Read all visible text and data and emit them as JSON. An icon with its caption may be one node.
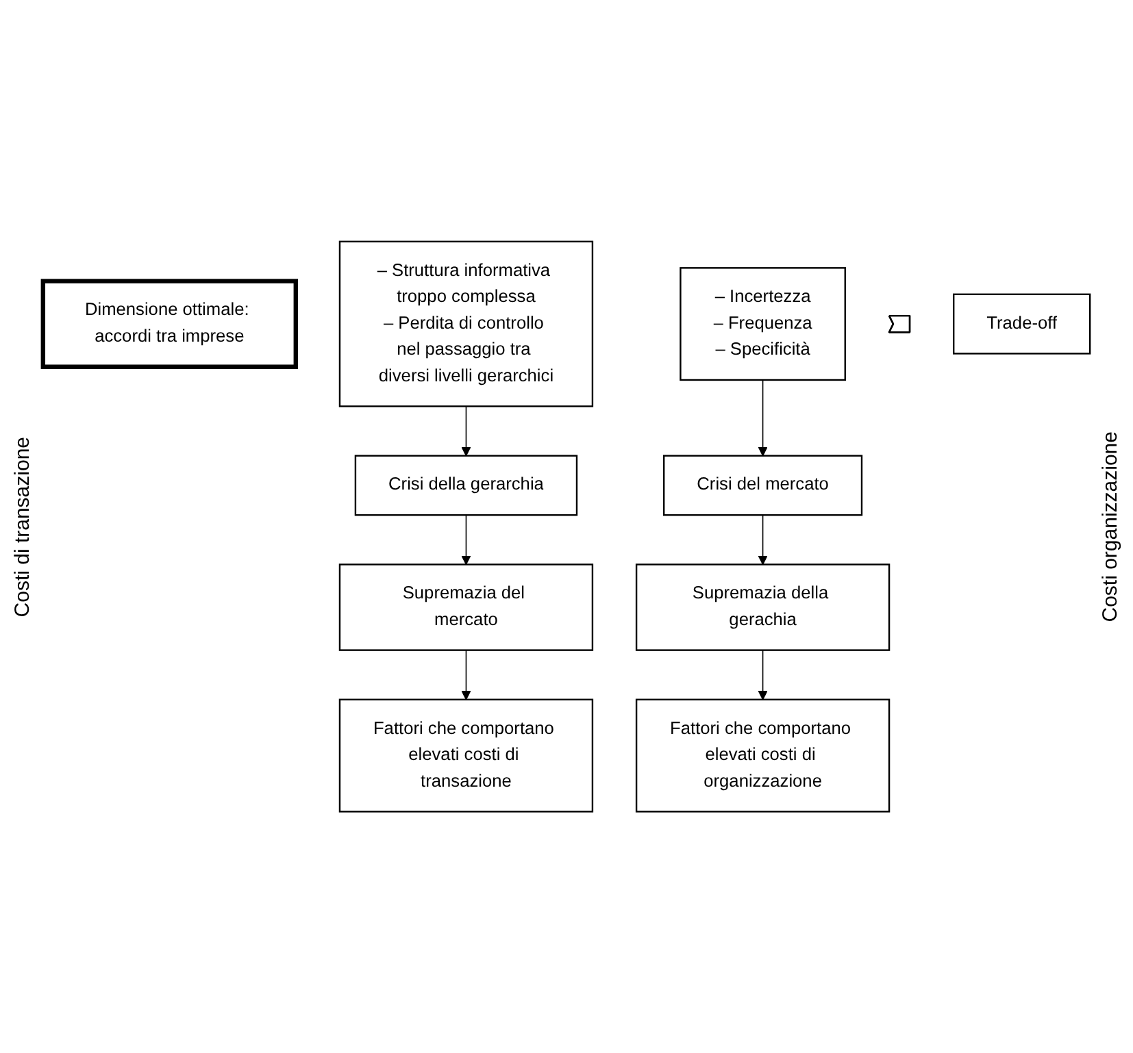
{
  "diagram": {
    "nodes": [
      {
        "text": [
          "Supremazia del mercato"
        ]
      },
      {
        "text": [
          "Crisi della gerarchia"
        ]
      },
      {
        "text": [
          "Fattori che comportano elevati costi di transazione"
        ]
      },
      {
        "text": [
          "Dimensione ottimale: accordi tra imprese"
        ]
      },
      {
        "text": [
          "– Struttura informativa troppo complessa",
          "– Perdita di controllo nel passaggio tra diversi livelli gerarchici"
        ]
      },
      {
        "text": [
          "– Incertezza",
          "– Frequenza",
          "– Specificità"
        ]
      },
      {
        "text": [],
        "shape": "arrow"
      },
      {
        "text": [
          "Trade-off"
        ]
      },
      {
        "text": [
          "Fattori che comportano elevati costi di organizzazione"
        ]
      },
      {
        "text": [
          "Crisi del mercato"
        ]
      },
      {
        "text": [
          "Supremazia della gerachia"
        ]
      }
    ],
    "edges": [
      {
        "from": 1,
        "to": 0,
        "arrow": "to"
      },
      {
        "from": 0,
        "to": 2,
        "arrow": "to"
      },
      {
        "from": 5,
        "to": 9,
        "arrow": "to"
      },
      {
        "from": 9,
        "to": 10,
        "arrow": "to"
      },
      {
        "from": 10,
        "to": 8,
        "arrow": "to"
      },
      {
        "from": 4,
        "to": 1,
        "arrow": "to"
      }
    ],
    "labels": [
      "Costi di transazione",
      "Costi organizzazione"
    ]
  }
}
